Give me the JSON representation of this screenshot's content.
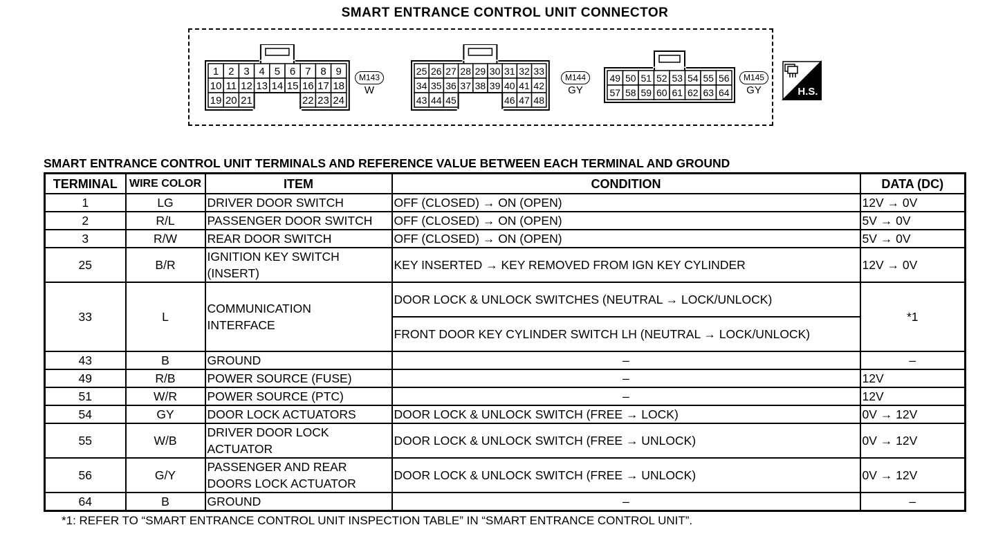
{
  "title": "SMART ENTRANCE CONTROL UNIT CONNECTOR",
  "connectors": [
    {
      "id": "M143",
      "color": "W",
      "rows": [
        [
          "1",
          "2",
          "3",
          "4",
          "5",
          "6",
          "7",
          "8",
          "9"
        ],
        [
          "10",
          "11",
          "12",
          "13",
          "14",
          "15",
          "16",
          "17",
          "18"
        ],
        [
          "19",
          "20",
          "21",
          "",
          "",
          "",
          "22",
          "23",
          "24"
        ]
      ]
    },
    {
      "id": "M144",
      "color": "GY",
      "rows": [
        [
          "25",
          "26",
          "27",
          "28",
          "29",
          "30",
          "31",
          "32",
          "33"
        ],
        [
          "34",
          "35",
          "36",
          "37",
          "38",
          "39",
          "40",
          "41",
          "42"
        ],
        [
          "43",
          "44",
          "45",
          "",
          "",
          "",
          "46",
          "47",
          "48"
        ]
      ]
    },
    {
      "id": "M145",
      "color": "GY",
      "rows": [
        [
          "49",
          "50",
          "51",
          "52",
          "53",
          "54",
          "55",
          "56"
        ],
        [
          "57",
          "58",
          "59",
          "60",
          "61",
          "62",
          "63",
          "64"
        ]
      ]
    }
  ],
  "hs_label": "H.S.",
  "subtitle": "SMART ENTRANCE CONTROL UNIT TERMINALS AND REFERENCE VALUE BETWEEN EACH TERMINAL AND GROUND",
  "table": {
    "headers": [
      "TERMINAL",
      "WIRE COLOR",
      "ITEM",
      "CONDITION",
      "DATA (DC)"
    ],
    "rows": [
      {
        "terminal": "1",
        "wire": "LG",
        "item": "DRIVER DOOR SWITCH",
        "condition": "OFF (CLOSED)  → ON (OPEN)",
        "data": "12V → 0V"
      },
      {
        "terminal": "2",
        "wire": "R/L",
        "item": "PASSENGER DOOR SWITCH",
        "condition": "OFF (CLOSED)  → ON (OPEN)",
        "data": "5V → 0V"
      },
      {
        "terminal": "3",
        "wire": "R/W",
        "item": "REAR DOOR SWITCH",
        "condition": "OFF (CLOSED)  → ON (OPEN)",
        "data": "5V → 0V"
      },
      {
        "terminal": "25",
        "wire": "B/R",
        "item": "IGNITION KEY SWITCH (INSERT)",
        "condition": "KEY INSERTED → KEY REMOVED FROM IGN KEY CYLINDER",
        "data": "12V → 0V"
      },
      {
        "terminal": "33",
        "wire": "L",
        "item": "COMMUNICATION INTERFACE",
        "condition_a": "DOOR LOCK & UNLOCK SWITCHES (NEUTRAL → LOCK/UNLOCK)",
        "condition_b": "FRONT DOOR KEY CYLINDER SWITCH LH (NEUTRAL → LOCK/UNLOCK)",
        "data": "*1"
      },
      {
        "terminal": "43",
        "wire": "B",
        "item": "GROUND",
        "condition": "–",
        "data": "–"
      },
      {
        "terminal": "49",
        "wire": "R/B",
        "item": "POWER SOURCE (FUSE)",
        "condition": "–",
        "data": "12V"
      },
      {
        "terminal": "51",
        "wire": "W/R",
        "item": "POWER SOURCE (PTC)",
        "condition": "–",
        "data": "12V"
      },
      {
        "terminal": "54",
        "wire": "GY",
        "item": "DOOR LOCK ACTUATORS",
        "condition": "DOOR LOCK & UNLOCK SWITCH (FREE → LOCK)",
        "data": "0V → 12V"
      },
      {
        "terminal": "55",
        "wire": "W/B",
        "item": "DRIVER DOOR LOCK ACTUATOR",
        "condition": "DOOR LOCK & UNLOCK SWITCH (FREE → UNLOCK)",
        "data": "0V → 12V"
      },
      {
        "terminal": "56",
        "wire": "G/Y",
        "item": "PASSENGER AND REAR DOORS LOCK ACTUATOR",
        "condition": "DOOR LOCK & UNLOCK SWITCH (FREE → UNLOCK)",
        "data": "0V → 12V"
      },
      {
        "terminal": "64",
        "wire": "B",
        "item": "GROUND",
        "condition": "–",
        "data": "–"
      }
    ]
  },
  "footnote": "*1: REFER TO “SMART ENTRANCE CONTROL UNIT INSPECTION TABLE” IN “SMART ENTRANCE CONTROL UNIT”."
}
